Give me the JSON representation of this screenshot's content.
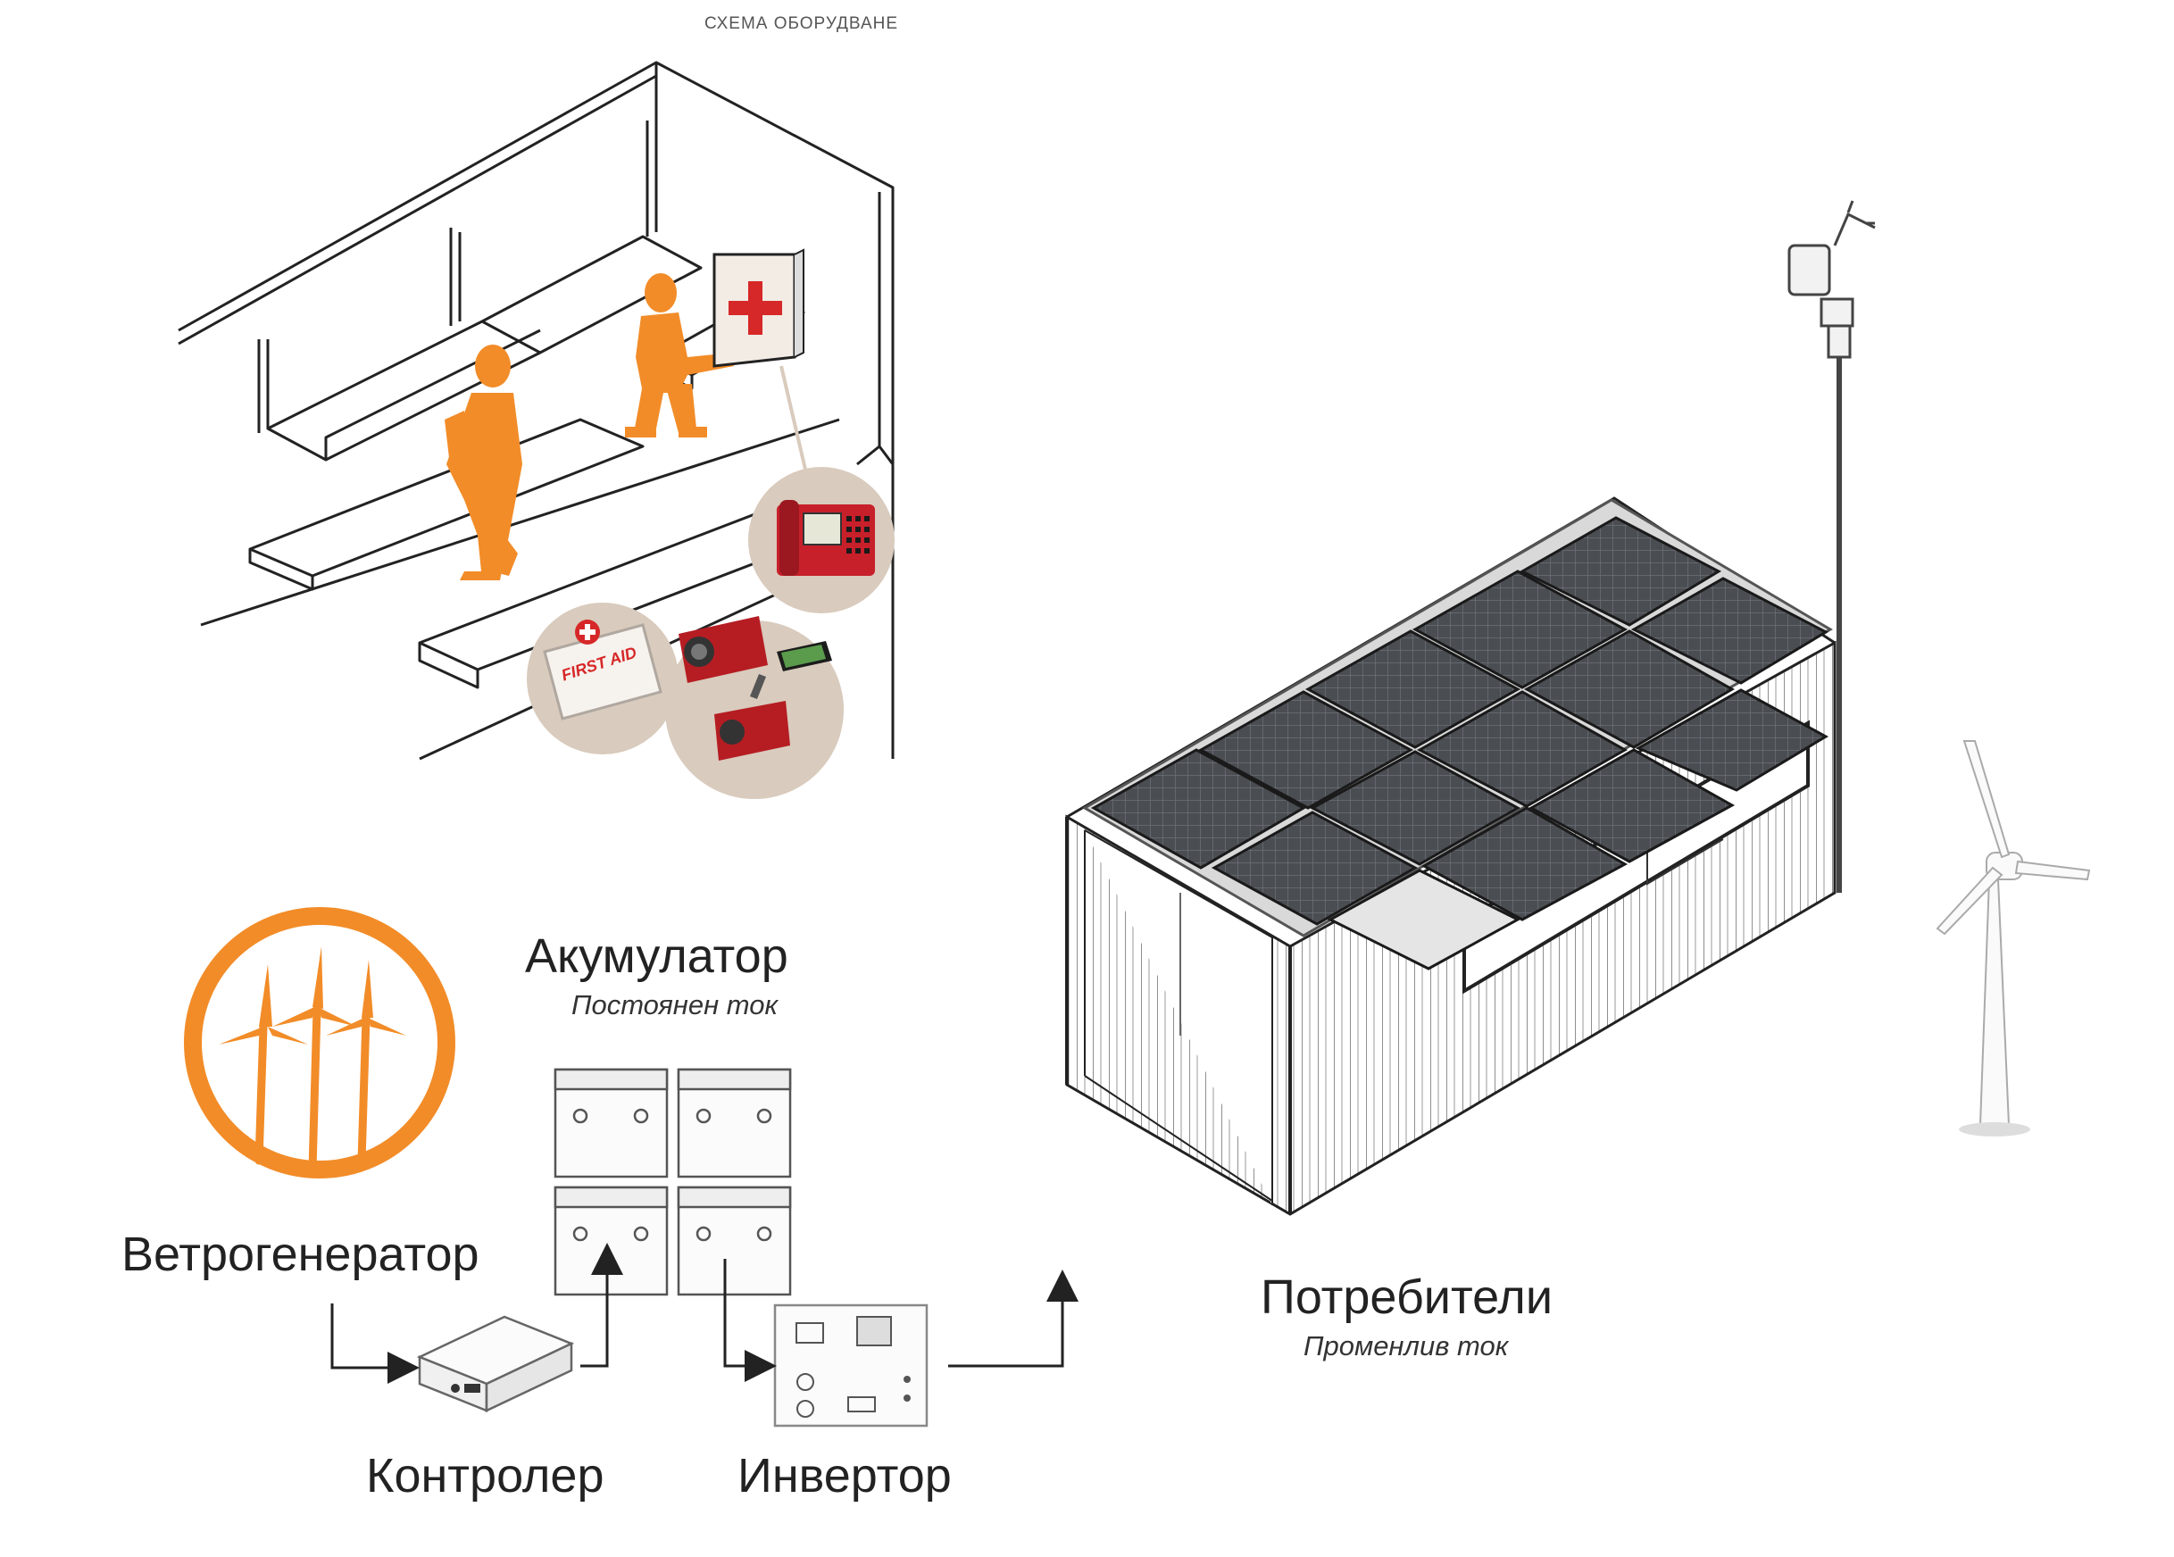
{
  "header": {
    "title": "СХЕМА ОБОРУДВАНЕ"
  },
  "kit": {
    "label": "FIRST AID"
  },
  "flow": {
    "accumulator": {
      "title": "Акумулатор",
      "subtitle": "Постоянен ток"
    },
    "wind": {
      "title": "Ветрогенератор"
    },
    "controller": {
      "title": "Контролер"
    },
    "inverter": {
      "title": "Инвертор"
    },
    "consumers": {
      "title": "Потребители",
      "subtitle": "Променлив ток"
    }
  },
  "colors": {
    "accent_orange": "#f28c28",
    "first_aid_red": "#d62828",
    "equipment_bubble": "#d9cbbd",
    "line": "#222222"
  },
  "icons": [
    "wind-turbines-icon",
    "battery-icon",
    "controller-icon",
    "inverter-icon",
    "red-cross-icon",
    "phone-icon",
    "radio-icon",
    "smartphone-icon"
  ]
}
